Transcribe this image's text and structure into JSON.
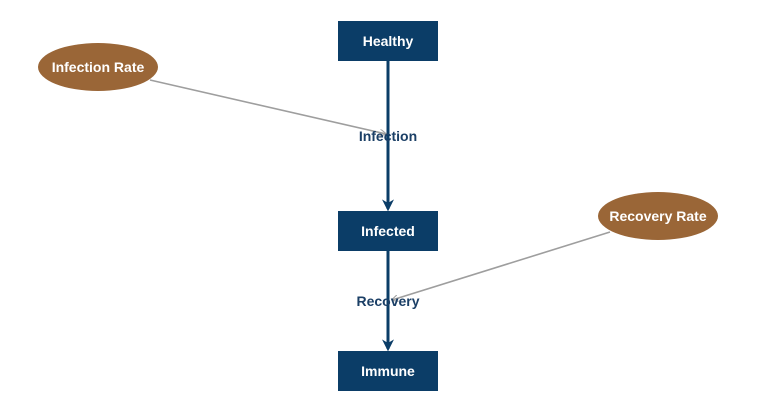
{
  "colors": {
    "stock": "#0b3d67",
    "flow": "#0b3d67",
    "parameter": "#9a6637",
    "link": "#9e9e9e",
    "flow_label": "#1b3f66"
  },
  "stocks": {
    "healthy": "Healthy",
    "infected": "Infected",
    "immune": "Immune"
  },
  "flows": {
    "infection": "Infection",
    "recovery": "Recovery"
  },
  "parameters": {
    "infection_rate": "Infection Rate",
    "recovery_rate": "Recovery Rate"
  }
}
